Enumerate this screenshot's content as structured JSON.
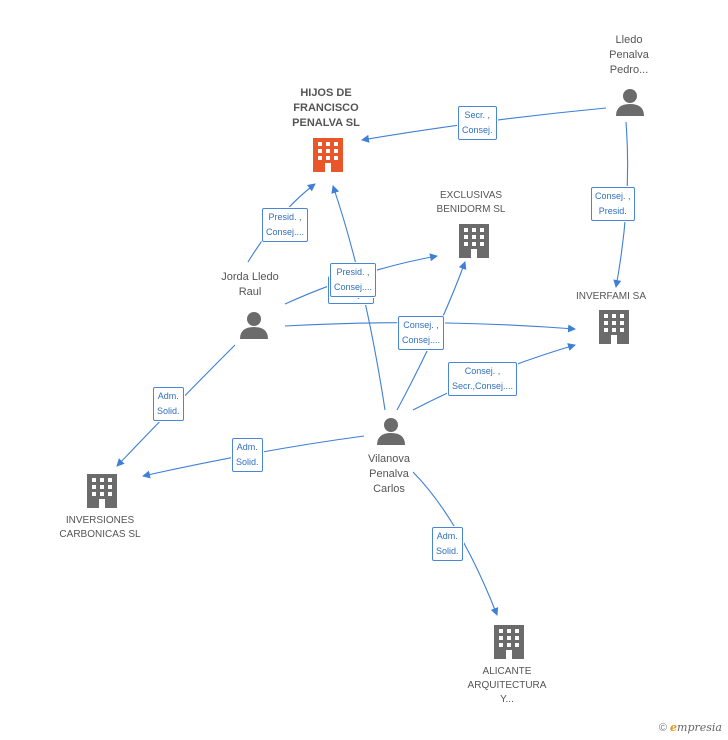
{
  "colors": {
    "edge": "#3f7fd6",
    "focus_company": "#e8562a",
    "company": "#6b6b6b",
    "person": "#6b6b6b"
  },
  "nodes": {
    "hijos": {
      "label": "HIJOS DE\nFRANCISCO\nPENALVA SL",
      "icon": "building-icon"
    },
    "exclusivas": {
      "label": "EXCLUSIVAS\nBENIDORM SL",
      "icon": "building-icon"
    },
    "inverfami": {
      "label": "INVERFAMI SA",
      "icon": "building-icon"
    },
    "inversiones": {
      "label": "INVERSIONES\nCARBONICAS SL",
      "icon": "building-icon"
    },
    "alicante": {
      "label": "ALICANTE\nARQUITECTURA\nY...",
      "icon": "building-icon"
    },
    "lledo": {
      "label": "Lledo\nPenalva\nPedro...",
      "icon": "person-icon"
    },
    "jorda": {
      "label": "Jorda Lledo\nRaul",
      "icon": "person-icon"
    },
    "vilanova": {
      "label": "Vilanova\nPenalva\nCarlos",
      "icon": "person-icon"
    }
  },
  "edge_labels": {
    "lledo_hijos": [
      "Secr. ,",
      "Consej."
    ],
    "lledo_inverfami": [
      "Consej. ,",
      "Presid."
    ],
    "jorda_hijos": [
      "Presid. ,",
      "Consej...."
    ],
    "jorda_exclusivas": [
      "Presid. ,",
      "Consej...."
    ],
    "jorda_exclusivas_back": [
      "Consej...."
    ],
    "jorda_inverfami": [
      "Consej. ,",
      "Consej...."
    ],
    "vilanova_inverfami": [
      "Consej. ,",
      "Secr.,Consej...."
    ],
    "jorda_inversiones": [
      "Adm.",
      "Solid."
    ],
    "vilanova_inversiones": [
      "Adm.",
      "Solid."
    ],
    "vilanova_alicante": [
      "Adm.",
      "Solid."
    ]
  },
  "footer": {
    "copyright": "©",
    "brand_initial": "e",
    "brand_rest": "mpresia"
  }
}
